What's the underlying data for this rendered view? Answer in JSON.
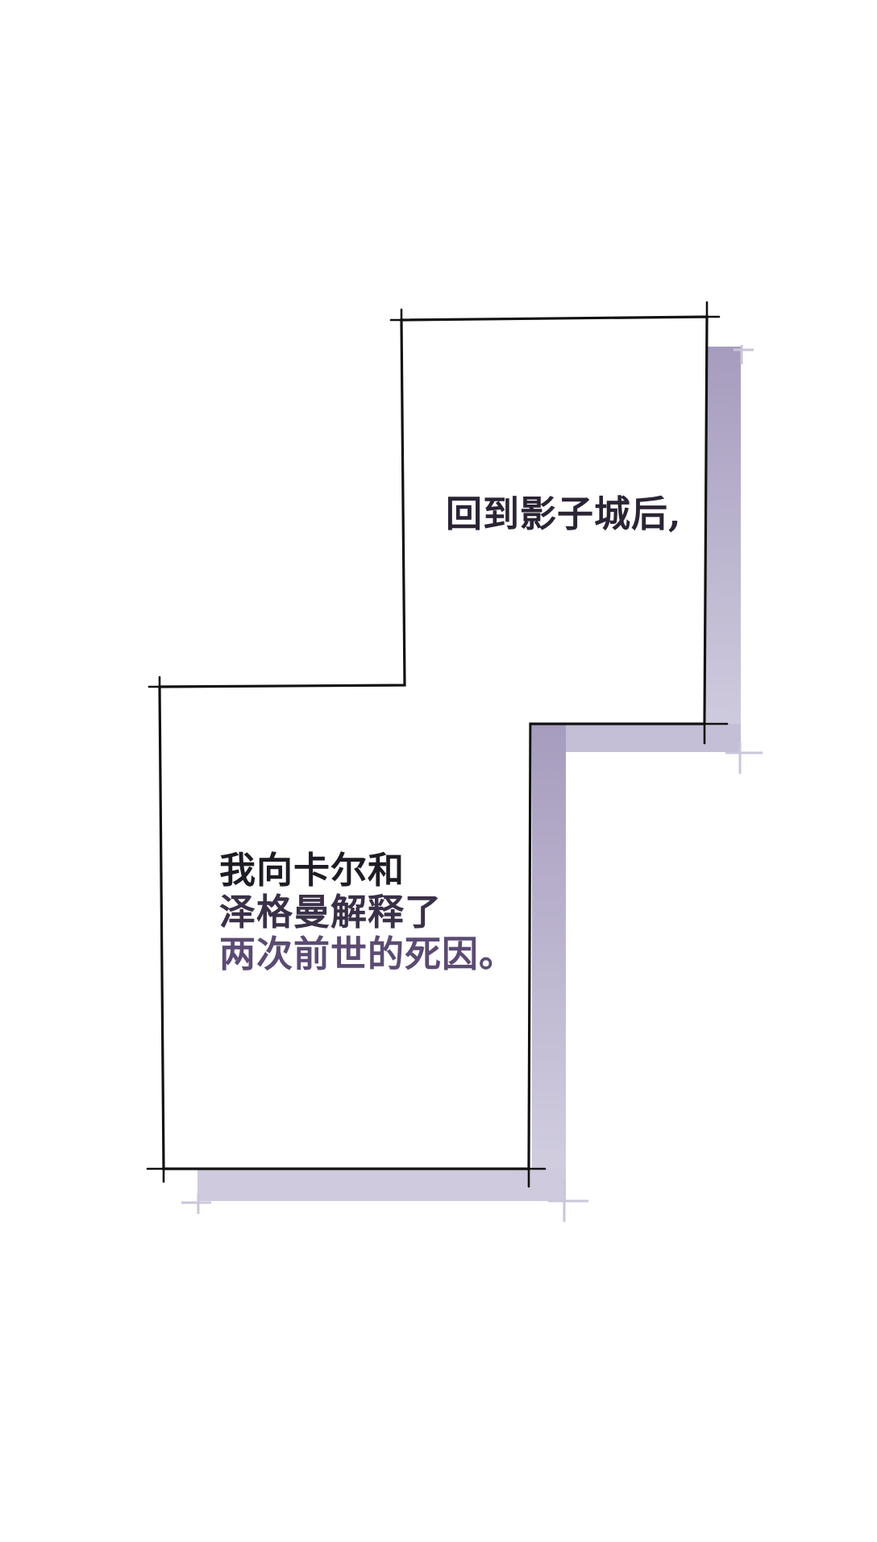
{
  "colors": {
    "background": "#ffffff",
    "frame": "#111111",
    "shadow": "#b3aac8",
    "shadow_light": "#cbc6d9",
    "text_dark": "#26212e",
    "text_purple": "#5a4a70"
  },
  "captions": {
    "first": "回到影子城后,",
    "second": {
      "line1": "我向卡尔和",
      "line2": "泽格曼解释了",
      "line3": "两次前世的死因。"
    }
  }
}
